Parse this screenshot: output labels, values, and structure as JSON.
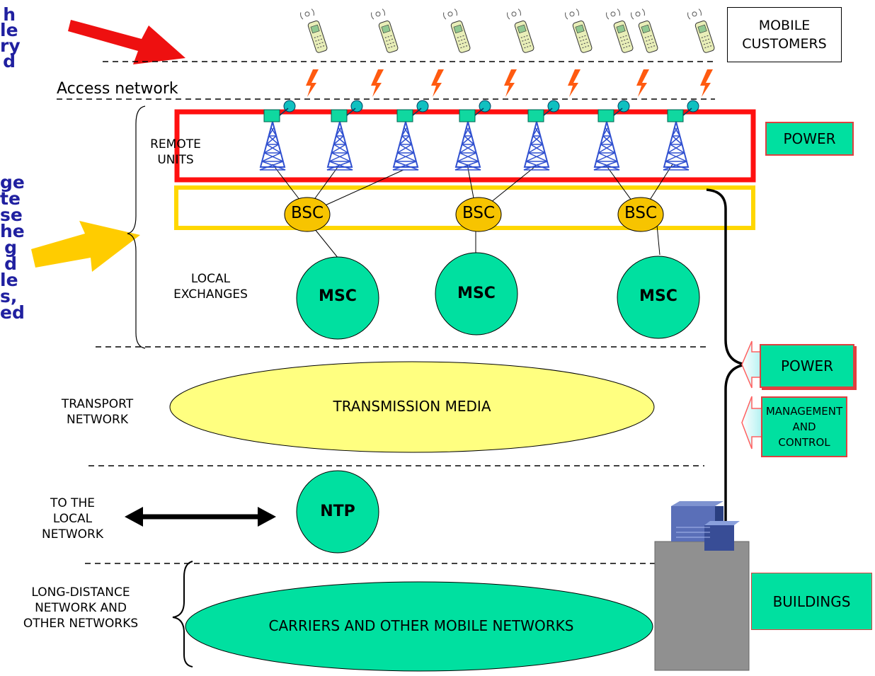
{
  "left_cut_text_top": [
    "h",
    "le",
    "ry",
    "d"
  ],
  "left_cut_text_mid": [
    "ge",
    "te",
    "se",
    "he",
    "g",
    "d",
    "le",
    "s,",
    "ed"
  ],
  "labels": {
    "access_network": "Access network",
    "remote_units": [
      "REMOTE",
      "UNITS"
    ],
    "local_exchanges": [
      "LOCAL",
      "EXCHANGES"
    ],
    "transport_network": [
      "TRANSPORT",
      "NETWORK"
    ],
    "to_local_network": [
      "TO THE",
      "LOCAL",
      "NETWORK"
    ],
    "long_distance": [
      "LONG-DISTANCE",
      "NETWORK AND",
      "OTHER NETWORKS"
    ]
  },
  "boxes": {
    "mobile_customers": [
      "MOBILE",
      "CUSTOMERS"
    ],
    "power_top": "POWER",
    "power_mid": "POWER",
    "management_control": [
      "MANAGEMENT",
      "AND",
      "CONTROL"
    ],
    "buildings": "BUILDINGS"
  },
  "nodes": {
    "bsc": [
      "BSC",
      "BSC",
      "BSC"
    ],
    "msc": [
      "MSC",
      "MSC",
      "MSC"
    ],
    "ntp": "NTP"
  },
  "ellipses": {
    "transmission": "TRANSMISSION MEDIA",
    "carriers": "CARRIERS AND OTHER MOBILE NETWORKS"
  },
  "colors": {
    "teal": "#00e0a0",
    "bsc": "#f7c400",
    "yellow_ellipse": "#ffff80",
    "remote_border": "#ff1010",
    "bsc_border": "#ffd700",
    "tower": "#3050d0",
    "building": "#909090"
  }
}
